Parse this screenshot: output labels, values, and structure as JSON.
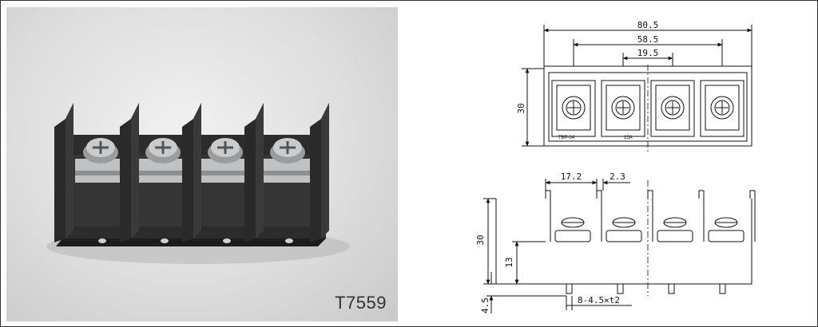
{
  "photo": {
    "label": "T7559"
  },
  "top_view": {
    "dims": {
      "overall_width": "80.5",
      "outer_pitch": "58.5",
      "pitch": "19.5",
      "height": "30"
    },
    "labels": {
      "model": "TBP-04",
      "mark": "15A"
    }
  },
  "side_view": {
    "dims": {
      "barrier_width": "17.2",
      "barrier_thickness": "2.3",
      "height": "30",
      "body_height": "13",
      "pin_length": "4.5",
      "pin_spec": "8-4.5×t2"
    }
  },
  "colors": {
    "body": "#2a2a2a",
    "line": "#111111",
    "metal": "#bfc1c3"
  }
}
